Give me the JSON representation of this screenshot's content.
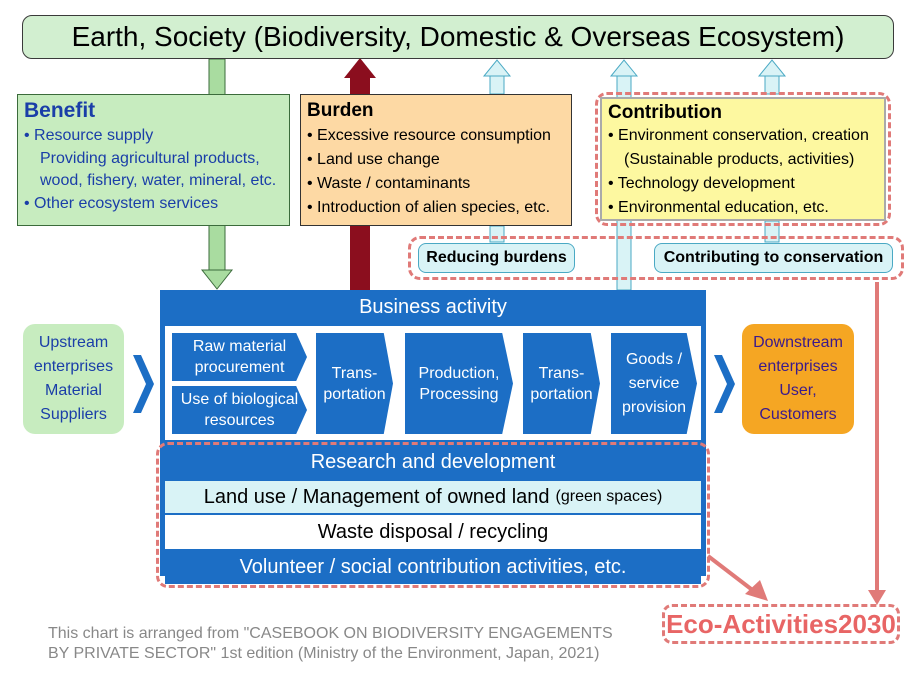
{
  "top_banner": "Earth, Society (Biodiversity, Domestic & Overseas Ecosystem)",
  "benefit": {
    "title": "Benefit",
    "lines": [
      "• Resource supply",
      "Providing agricultural products,",
      "wood, fishery, water, mineral, etc.",
      "• Other ecosystem services"
    ]
  },
  "burden": {
    "title": "Burden",
    "lines": [
      "• Excessive resource consumption",
      "• Land use change",
      "• Waste / contaminants",
      "• Introduction of alien species, etc."
    ]
  },
  "contribution": {
    "title": "Contribution",
    "lines": [
      "• Environment conservation, creation",
      "(Sustainable products, activities)",
      "• Technology development",
      "• Environmental education, etc."
    ]
  },
  "reducing_burdens": "Reducing burdens",
  "contributing_to_conservation": "Contributing to conservation",
  "business_activity": {
    "title": "Business activity",
    "raw_material": "Raw material procurement",
    "biological": "Use of biological resources",
    "transportation_1": "Trans-portation",
    "production": "Production, Processing",
    "transportation_2": "Trans-portation",
    "goods": "Goods / service provision"
  },
  "upstream": "Upstream enterprises Material Suppliers",
  "downstream": "Downstream enterprises User, Customers",
  "rows": {
    "research": "Research and development",
    "land_use": "Land use / Management of owned land",
    "land_use_note": "(green spaces)",
    "waste": "Waste disposal / recycling",
    "volunteer": "Volunteer / social contribution activities, etc."
  },
  "eco_activities": "Eco-Activities2030",
  "footer": {
    "line1": "This chart is arranged from \"CASEBOOK ON BIODIVERSITY ENGAGEMENTS",
    "line2": "BY PRIVATE SECTOR\" 1st edition (Ministry of the Environment, Japan, 2021)"
  },
  "colors": {
    "benefit_green": "#c7ecbf",
    "burden_orange": "#fdd9a4",
    "contribution_yellow": "#fdf8a0",
    "business_blue": "#1c6ec5",
    "dashed_red": "#e07a78",
    "burden_arrow": "#8b0e1e",
    "light_cyan": "#d9f3f6"
  }
}
